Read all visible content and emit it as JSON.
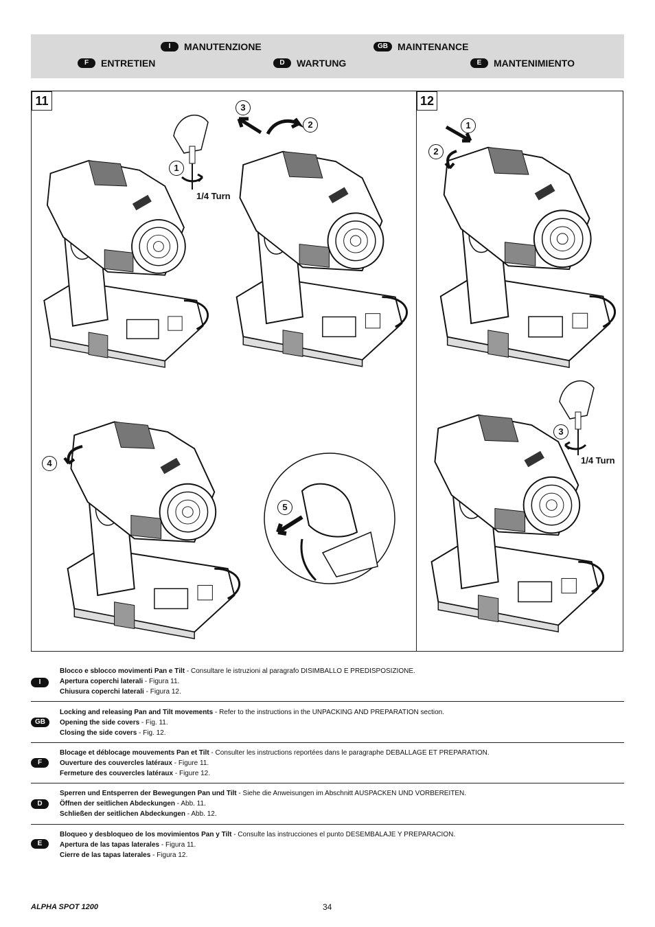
{
  "header": {
    "items": [
      {
        "code": "I",
        "label": "MANUTENZIONE"
      },
      {
        "code": "GB",
        "label": "MAINTENANCE"
      },
      {
        "code": "F",
        "label": "ENTRETIEN"
      },
      {
        "code": "D",
        "label": "WARTUNG"
      },
      {
        "code": "E",
        "label": "MANTENIMIENTO"
      }
    ]
  },
  "figures": {
    "fig11": "11",
    "fig12": "12",
    "steps": [
      "1",
      "2",
      "3",
      "4",
      "5"
    ],
    "turn_label": "1/4 Turn"
  },
  "sections": [
    {
      "code": "I",
      "l1_bold": "Blocco e sblocco movimenti Pan e Tilt",
      "l1": " - Consultare le istruzioni al paragrafo DISIMBALLO E PREDISPOSIZIONE.",
      "l2_bold": "Apertura coperchi laterali",
      "l2": " - Figura 11.",
      "l3_bold": "Chiusura coperchi laterali",
      "l3": " - Figura 12."
    },
    {
      "code": "GB",
      "l1_bold": "Locking and releasing Pan and Tilt movements",
      "l1": " - Refer to the instructions in the UNPACKING AND PREPARATION section.",
      "l2_bold": "Opening the side covers",
      "l2": " - Fig. 11.",
      "l3_bold": "Closing the side covers",
      "l3": " - Fig. 12."
    },
    {
      "code": "F",
      "l1_bold": "Blocage et déblocage mouvements Pan et Tilt",
      "l1": " - Consulter les instructions reportées dans le paragraphe DEBALLAGE ET PREPARATION.",
      "l2_bold": "Ouverture des couvercles latéraux",
      "l2": " - Figure 11.",
      "l3_bold": "Fermeture des couvercles latéraux",
      "l3": " - Figure 12."
    },
    {
      "code": "D",
      "l1_bold": "Sperren und Entsperren der Bewegungen Pan und Tilt",
      "l1": " - Siehe die Anweisungen im Abschnitt AUSPACKEN UND VORBEREITEN.",
      "l2_bold": "Öffnen der seitlichen Abdeckungen",
      "l2": " - Abb. 11.",
      "l3_bold": "Schließen der seitlichen Abdeckungen",
      "l3": " - Abb. 12."
    },
    {
      "code": "E",
      "l1_bold": "Bloqueo y desbloqueo de los movimientos Pan y Tilt",
      "l1": " - Consulte las instrucciones el punto DESEMBALAJE Y PREPARACION.",
      "l2_bold": "Apertura de las tapas laterales",
      "l2": " - Figura 11.",
      "l3_bold": "Cierre de las tapas laterales",
      "l3": " - Figura 12."
    }
  ],
  "footer": {
    "title": "ALPHA SPOT 1200",
    "page": "34"
  }
}
